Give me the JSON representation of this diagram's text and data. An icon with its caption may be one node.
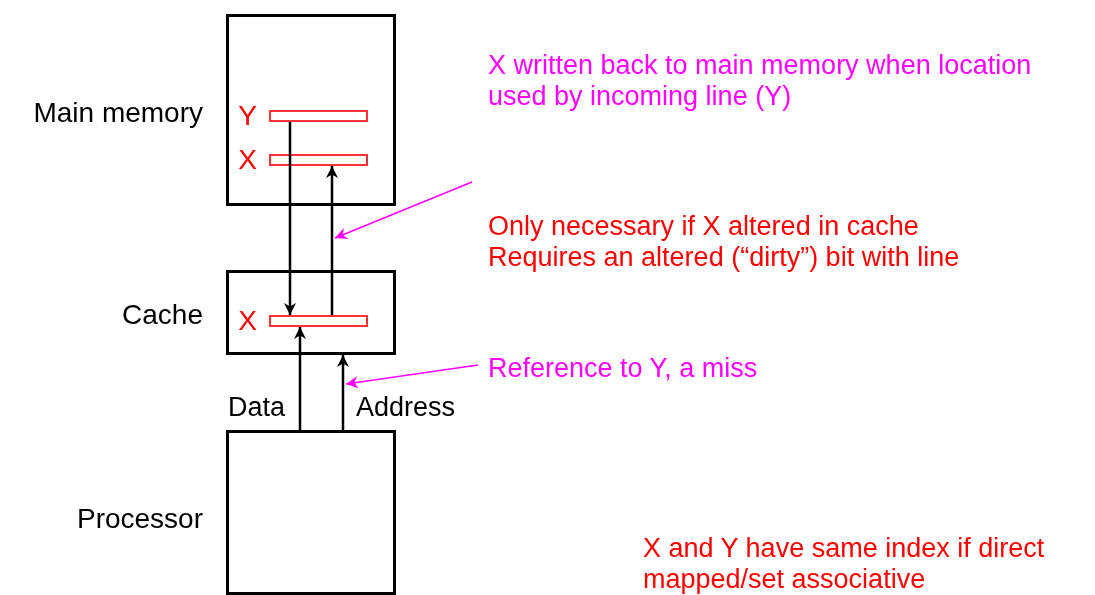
{
  "diagram": {
    "nodes": [
      {
        "text": [
          "Main memory"
        ]
      },
      {
        "text": [
          "Y"
        ],
        "in": 0
      },
      {
        "text": [
          "X"
        ],
        "in": 0
      },
      {
        "text": [
          "Cache"
        ]
      },
      {
        "text": [
          "X"
        ],
        "in": 3
      },
      {
        "text": [
          "Processor"
        ]
      },
      {
        "text": [
          "Only necessary if X altered in cache",
          "Requires an altered (“dirty”) bit with line"
        ]
      },
      {
        "text": [
          "Reference to Y, a miss"
        ]
      }
    ],
    "edges": [
      {
        "from": 1,
        "to": 4,
        "arrow": "to"
      },
      {
        "from": 4,
        "to": 2,
        "arrow": "to"
      },
      {
        "from": 5,
        "to": 4,
        "arrow": "to",
        "label": "Data"
      },
      {
        "from": 5,
        "to": 3,
        "arrow": "to",
        "label": "Address"
      },
      {
        "from": 6,
        "to": null,
        "arrow": "to",
        "color": "#ff00ff"
      },
      {
        "from": 7,
        "to": null,
        "arrow": "to",
        "color": "#ff00ff"
      }
    ],
    "labels": [
      "X written back to main memory when location used by incoming line (Y)",
      "X and Y have same index if direct mapped/set associative"
    ]
  }
}
